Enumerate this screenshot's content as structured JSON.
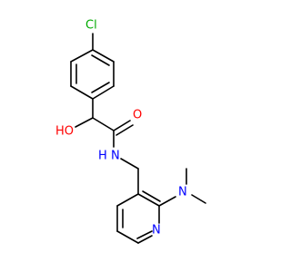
{
  "molecule": {
    "atom_labels": {
      "chlorine": "Cl",
      "hydroxyl": "HO",
      "carbonyl_oxygen": "O",
      "amide_nitrogen": "N",
      "amide_hydrogen": "H",
      "dimethylamino_nitrogen": "N",
      "pyridine_nitrogen": "N"
    }
  },
  "colors": {
    "bond": "#000000",
    "carbon_text": "#000000",
    "oxygen": "#ff0000",
    "nitrogen": "#0000ff",
    "chlorine": "#00aa00"
  }
}
